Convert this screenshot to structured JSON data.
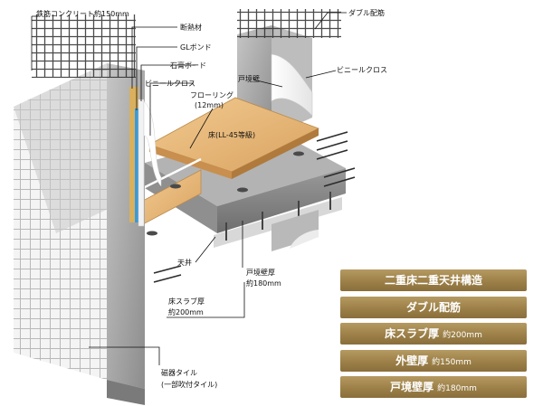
{
  "labels": {
    "concrete_wall": "鉄筋コンクリート約150mm",
    "insulation": "断熱材",
    "gl_bond": "GLボンド",
    "gypsum_board": "石膏ボード",
    "vinyl_cloth_left": "ビニールクロス",
    "flooring_line1": "フローリング",
    "flooring_line2": "(12mm)",
    "floor_grade": "床(LL-45等級)",
    "double_rebar": "ダブル配筋",
    "party_wall": "戸境壁",
    "vinyl_cloth_right": "ビニールクロス",
    "ceiling": "天井",
    "party_wall_thickness_line1": "戸境壁厚",
    "party_wall_thickness_line2": "約180mm",
    "slab_thickness_line1": "床スラブ厚",
    "slab_thickness_line2": "約200mm",
    "tile_line1": "磁器タイル",
    "tile_line2": "(一部吹付タイル)"
  },
  "legend": [
    {
      "main": "二重床二重天井構造",
      "sub": ""
    },
    {
      "main": "ダブル配筋",
      "sub": ""
    },
    {
      "main": "床スラブ厚",
      "sub": "約200mm"
    },
    {
      "main": "外壁厚",
      "sub": "約150mm"
    },
    {
      "main": "戸境壁厚",
      "sub": "約180mm"
    }
  ],
  "colors": {
    "concrete": "#a9a9a9",
    "wood_floor": "#e8b878",
    "legend_gold": "#9c8048",
    "insulation_blue": "#3a9ad9"
  }
}
